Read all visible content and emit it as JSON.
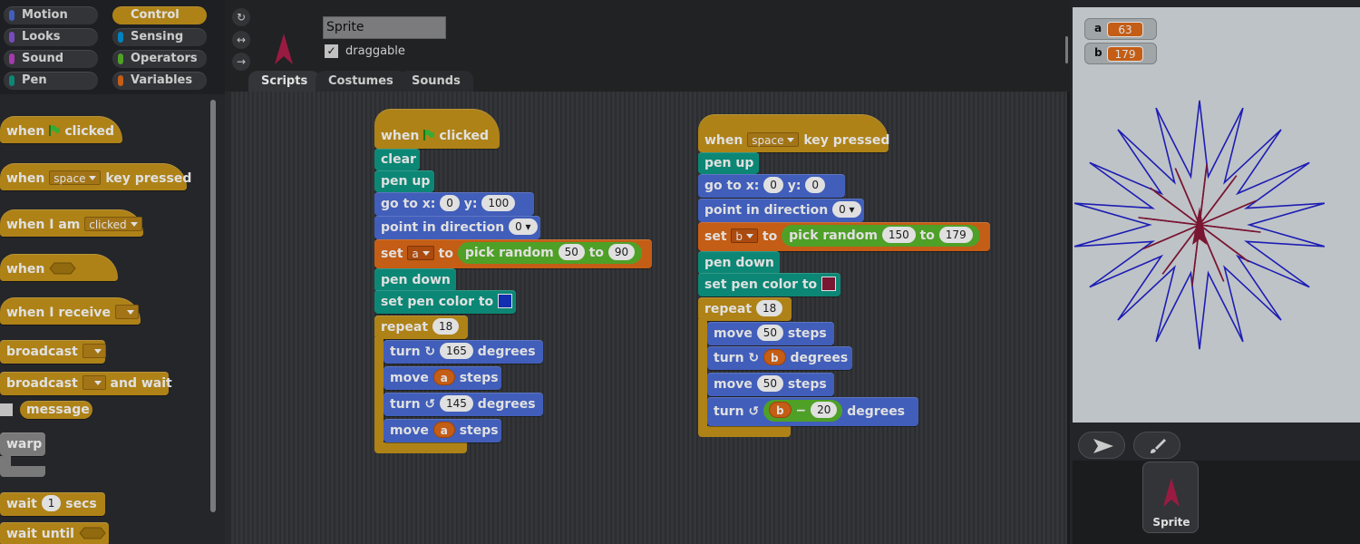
{
  "categories": [
    {
      "label": "Motion",
      "color": "#4a6cd4"
    },
    {
      "label": "Control",
      "color": "#c7951b",
      "selected": true
    },
    {
      "label": "Looks",
      "color": "#8a55d7"
    },
    {
      "label": "Sensing",
      "color": "#0094d8"
    },
    {
      "label": "Sound",
      "color": "#bb42c3"
    },
    {
      "label": "Operators",
      "color": "#5bb72d"
    },
    {
      "label": "Pen",
      "color": "#0e9a86"
    },
    {
      "label": "Variables",
      "color": "#e06a19"
    }
  ],
  "palette": {
    "when": "when",
    "clicked": "clicked",
    "space": "space",
    "key_pressed": "key pressed",
    "when_i_am": "when I am",
    "clicked_dd": "clicked",
    "when_i_receive": "when I receive",
    "broadcast": "broadcast",
    "and_wait": "and wait",
    "message": "message",
    "warp": "warp",
    "wait": "wait",
    "wait_val": "1",
    "secs": "secs",
    "wait_until": "wait until"
  },
  "sprite": {
    "name": "Sprite",
    "draggable_label": "draggable",
    "draggable_checked": "✓"
  },
  "rotation_buttons": [
    "↻",
    "↔",
    "→"
  ],
  "tabs": [
    "Scripts",
    "Costumes",
    "Sounds"
  ],
  "script1": {
    "hat_when": "when",
    "hat_clicked": "clicked",
    "clear": "clear",
    "pen_up": "pen up",
    "goto_a": "go to x:",
    "goto_x": "0",
    "goto_b": "y:",
    "goto_y": "100",
    "point": "point in direction",
    "point_val": "0",
    "set": "set",
    "set_var": "a",
    "to": "to",
    "pick": "pick random",
    "pick_min": "50",
    "pick_to": "to",
    "pick_max": "90",
    "pen_down": "pen down",
    "set_pen_color": "set pen color to",
    "pen_color": "#1436c8",
    "repeat": "repeat",
    "repeat_n": "18",
    "turn1": "turn",
    "turn1_val": "165",
    "degrees1": "degrees",
    "move1": "move",
    "move1_var": "a",
    "steps1": "steps",
    "turn2": "turn",
    "turn2_val": "145",
    "degrees2": "degrees",
    "move2": "move",
    "move2_var": "a",
    "steps2": "steps"
  },
  "script2": {
    "hat_when": "when",
    "hat_key": "space",
    "hat_pressed": "key pressed",
    "pen_up": "pen up",
    "goto_a": "go to x:",
    "goto_x": "0",
    "goto_b": "y:",
    "goto_y": "0",
    "point": "point in direction",
    "point_val": "0",
    "set": "set",
    "set_var": "b",
    "to": "to",
    "pick": "pick random",
    "pick_min": "150",
    "pick_to": "to",
    "pick_max": "179",
    "pen_down": "pen down",
    "set_pen_color": "set pen color to",
    "pen_color": "#8a1a3a",
    "repeat": "repeat",
    "repeat_n": "18",
    "move1": "move",
    "move1_val": "50",
    "steps1": "steps",
    "turn1": "turn",
    "turn1_var": "b",
    "degrees1": "degrees",
    "move2": "move",
    "move2_val": "50",
    "steps2": "steps",
    "turn2": "turn",
    "turn2_var": "b",
    "minus": "−",
    "turn2_val": "20",
    "degrees2": "degrees"
  },
  "watchers": [
    {
      "name": "a",
      "value": "63"
    },
    {
      "name": "b",
      "value": "179"
    }
  ],
  "corral": {
    "sprite_label": "Sprite"
  },
  "colors": {
    "control": "#c7951b",
    "pen": "#0e9a86",
    "motion": "#4a6cd4",
    "variables": "#e06a19",
    "operators": "#5bb72d",
    "outer_star": "#2222cc",
    "inner_star": "#8a1a3a"
  }
}
